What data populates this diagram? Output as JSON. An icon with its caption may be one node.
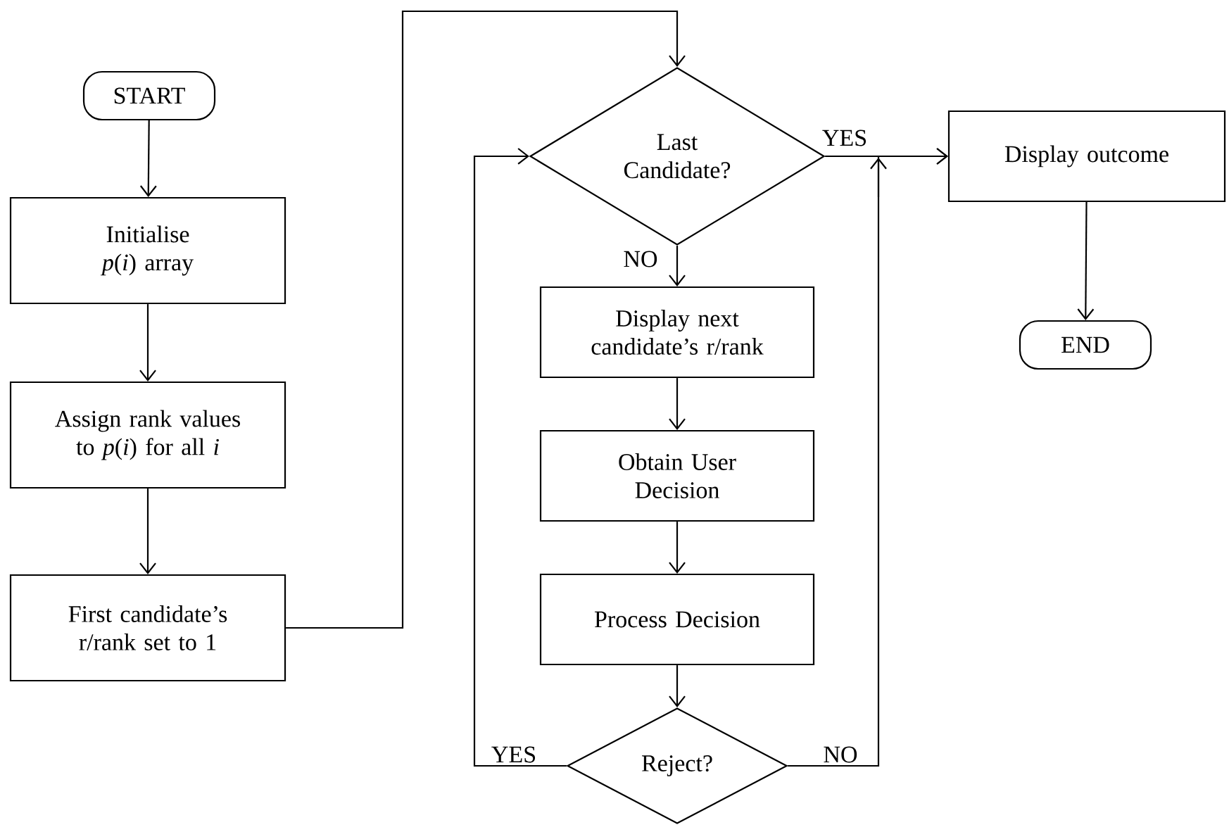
{
  "diagram": {
    "nodes": [
      {
        "text": [
          "START"
        ]
      },
      {
        "text": [
          "Initialise *p*(*i*) array"
        ]
      },
      {
        "text": [
          "Assign rank values to *p*(*i*) for all *i*"
        ]
      },
      {
        "text": [
          "First candidate’s r/rank set to 1"
        ]
      },
      {
        "text": [
          "Last Candidate?"
        ]
      },
      {
        "text": [
          "Display outcome"
        ]
      },
      {
        "text": [
          "END"
        ]
      },
      {
        "text": [
          "Display next candidate’s r/rank"
        ]
      },
      {
        "text": [
          "Obtain User Decision"
        ]
      },
      {
        "text": [
          "Process Decision"
        ]
      },
      {
        "text": [
          "Reject?"
        ]
      }
    ],
    "edges": [
      {
        "from": 0,
        "to": 1,
        "arrow": "to"
      },
      {
        "from": 1,
        "to": 2,
        "arrow": "to"
      },
      {
        "from": 2,
        "to": 3,
        "arrow": "to"
      },
      {
        "from": 3,
        "to": 4,
        "arrow": "to"
      },
      {
        "from": 4,
        "to": 5,
        "arrow": "to",
        "label": "YES"
      },
      {
        "from": 4,
        "to": 7,
        "arrow": "to",
        "label": "NO"
      },
      {
        "from": 7,
        "to": 8,
        "arrow": "to"
      },
      {
        "from": 8,
        "to": 9,
        "arrow": "to"
      },
      {
        "from": 9,
        "to": 10,
        "arrow": "to"
      },
      {
        "from": 10,
        "to": 4,
        "arrow": "to",
        "label": "YES"
      },
      {
        "from": 10,
        "to": 5,
        "arrow": "to",
        "label": "NO"
      },
      {
        "from": 5,
        "to": 6,
        "arrow": "to"
      }
    ]
  }
}
